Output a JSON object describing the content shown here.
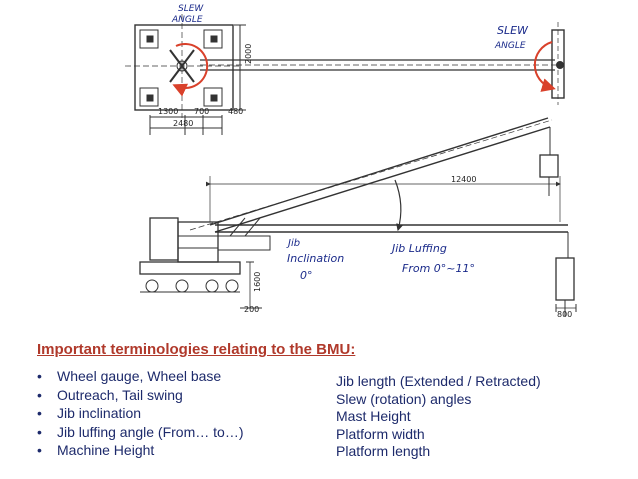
{
  "drawing": {
    "plan_annotations": {
      "slew_angle_left": [
        "SLEW",
        "ANGLE"
      ],
      "slew_angle_right": [
        "SLEW",
        "ANGLE"
      ]
    },
    "dimensions": {
      "d1300": "1300",
      "d700": "700",
      "d480": "480",
      "d2480": "2480",
      "d2000": "2000",
      "d12400": "12400",
      "d1600": "1600",
      "d200": "200",
      "d800": "800"
    },
    "elevation_annotations": {
      "jib_inclination": [
        "Jib",
        "Inclination",
        "0°"
      ],
      "jib_luffing": [
        "Jib Luffing",
        "From 0°~11°"
      ]
    }
  },
  "heading": "Important terminologies relating to the BMU:",
  "terms_left": [
    "Wheel gauge, Wheel base",
    "Outreach, Tail swing",
    "Jib inclination",
    "Jib luffing angle (From… to…)",
    "Machine Height"
  ],
  "terms_right": [
    "Jib length (Extended / Retracted)",
    "Slew (rotation) angles",
    "Mast Height",
    "Platform width",
    "Platform length"
  ]
}
